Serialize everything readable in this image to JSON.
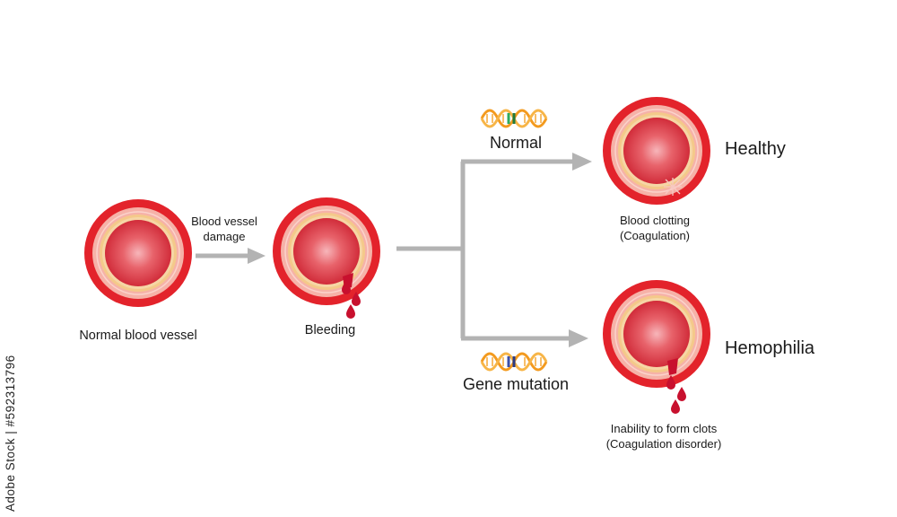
{
  "labels": {
    "normal_vessel": "Normal blood vessel",
    "damage_line1": "Blood vessel",
    "damage_line2": "damage",
    "bleeding": "Bleeding",
    "normal_gene": "Normal",
    "gene_mutation": "Gene mutation",
    "healthy": "Healthy",
    "hemophilia": "Hemophilia",
    "clotting_line1": "Blood clotting",
    "clotting_line2": "(Coagulation)",
    "inability_line1": "Inability to form clots",
    "inability_line2": "(Coagulation disorder)"
  },
  "watermark": "Adobe Stock | #592313796",
  "colors": {
    "vessel_outer": "#e3232b",
    "vessel_layer": "#f6b2a8",
    "vessel_ring": "#f4c98a",
    "lumen": "#d93843",
    "blood_drop": "#c8102e",
    "arrow": "#b3b3b3",
    "dna_strand": "#f39a1e",
    "dna_normal_base": "#2eaa5c",
    "dna_mutant_base": "#3b4fa8"
  }
}
